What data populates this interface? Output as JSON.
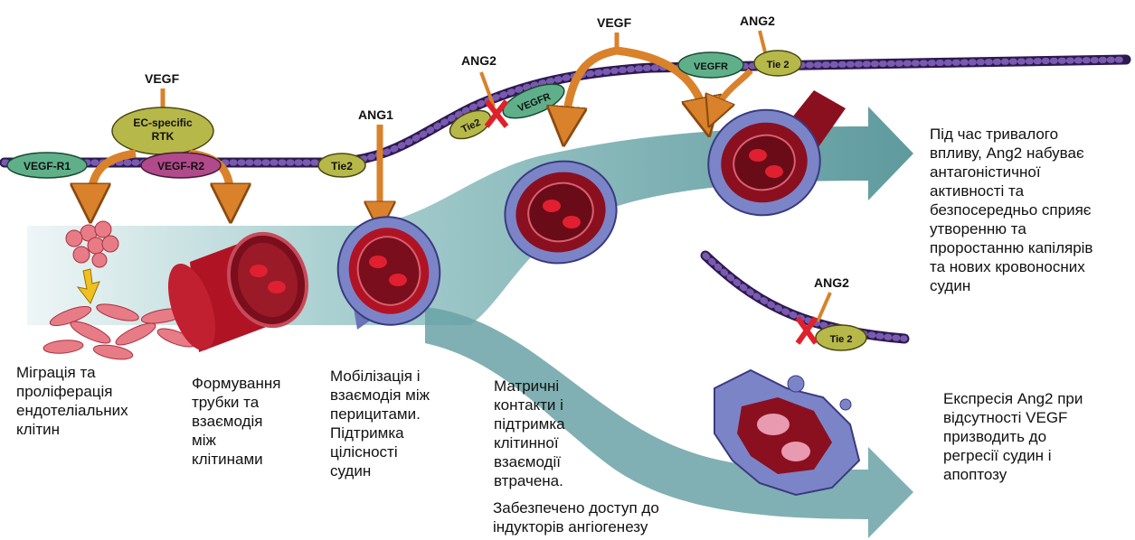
{
  "labels": {
    "vegf_1": "VEGF",
    "ec_rtk_line1": "EC-specific",
    "ec_rtk_line2": "RTK",
    "vegf_r1": "VEGF-R1",
    "vegf_r2": "VEGF-R2",
    "ang1": "ANG1",
    "tie2_1": "Tie2",
    "ang2_1": "ANG2",
    "tie2_2": "Tie2",
    "vegfr_1": "VEGFR",
    "vegf_2": "VEGF",
    "ang2_2": "ANG2",
    "vegfr_2": "VEGFR",
    "tie2_3": "Tie 2",
    "ang2_3": "ANG2",
    "tie2_4": "Tie 2"
  },
  "captions": {
    "stage1": "Міграція та\nпроліферація\nендотеліальних\nклітин",
    "stage2": "Формування\nтрубки та\nвзаємодія\nміж\nклітинами",
    "stage3": "Мобілізація і\nвзаємодія між\nперицитами.\nПідтримка\nцілісності\nсудин",
    "stage4a": "Матричні\nконтакти і\nпідтримка\nклітинної\nвзаємодії\nвтрачена.",
    "stage4b": "Забезпечено доступ до\nіндукторів ангіогенезу",
    "right_top": "Під час тривалого\nвпливу, Ang2 набуває\nантагоністичної\nактивності та\nбезпосередньо сприяє\nутворенню та\nпроростанню капілярів\nта нових кровоносних\nсудин",
    "right_bottom": "Експресія Ang2 при\nвідсутності VEGF\nпризводить до\nрегресії судин і\nапоптозу"
  },
  "colors": {
    "membrane": "#5a3c8c",
    "flow": "#6aa2a6",
    "arrow": "#d9822b",
    "receptor_green": "#5fb08a",
    "receptor_olive": "#b7b84a",
    "receptor_magenta": "#b04a8a",
    "block_mark": "#e0202a",
    "vessel_red": "#b01424",
    "pericyte": "#7c84c8"
  }
}
